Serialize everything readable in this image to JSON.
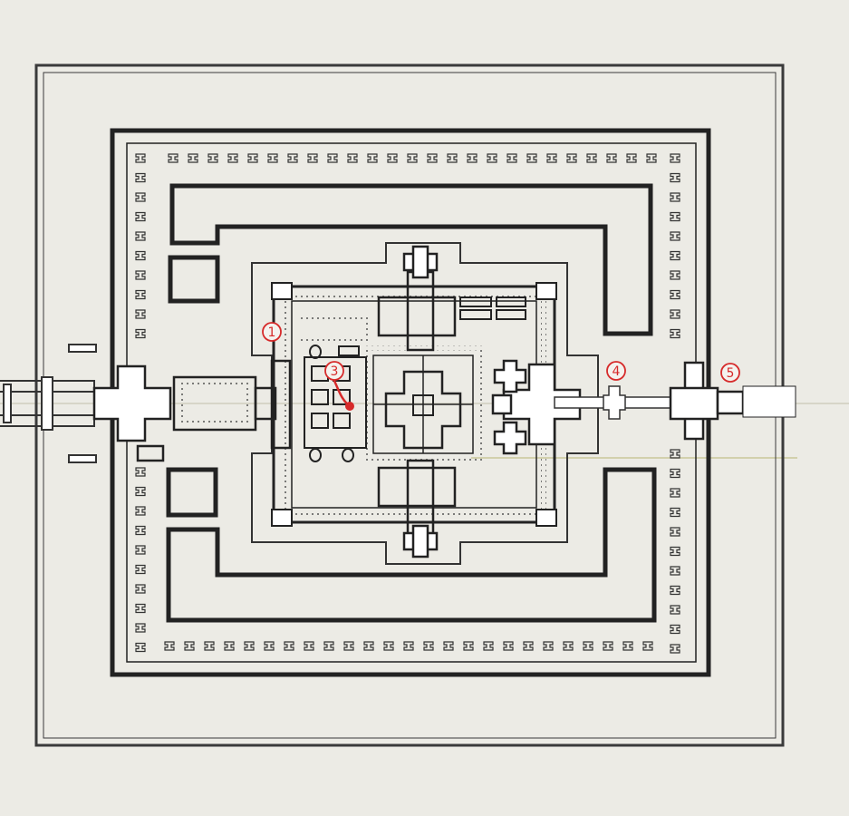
{
  "markers": [
    {
      "id": "marker-1",
      "label": "1"
    },
    {
      "id": "marker-3",
      "label": "3"
    },
    {
      "id": "marker-4",
      "label": "4"
    },
    {
      "id": "marker-5",
      "label": "5"
    }
  ],
  "colors": {
    "paper": "#ecebe5",
    "ink": "#2a2a2a",
    "marker": "#d62a2a",
    "axis": "#b9b79a"
  }
}
